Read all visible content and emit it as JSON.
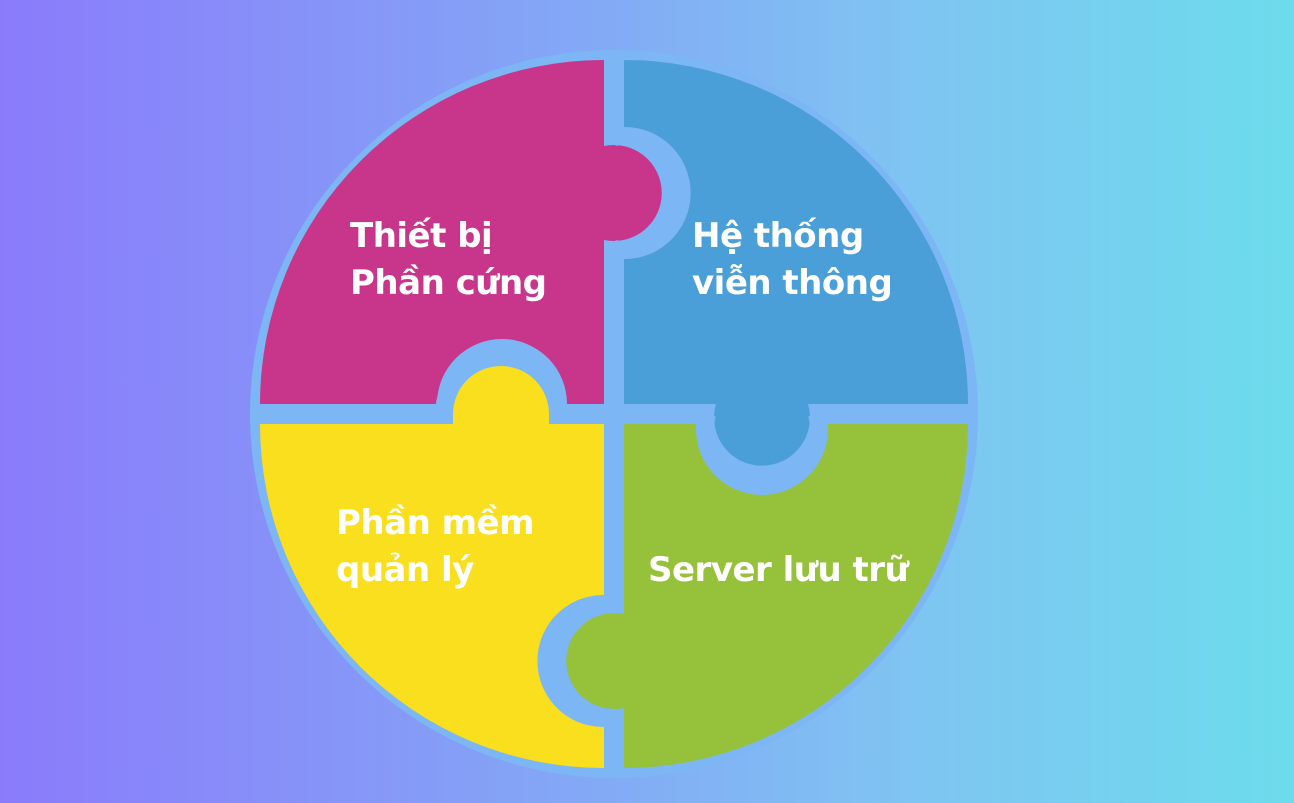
{
  "pieces": [
    {
      "id": "top-left",
      "color": "#c8368b",
      "lines": [
        "Thiết bị",
        "Phần cứng"
      ]
    },
    {
      "id": "top-right",
      "color": "#4b9fd8",
      "lines": [
        "Hệ thống",
        "viễn thông"
      ]
    },
    {
      "id": "bottom-left",
      "color": "#fadf1f",
      "lines": [
        "Phần mềm",
        "quản lý"
      ]
    },
    {
      "id": "bottom-right",
      "color": "#96c13a",
      "lines": [
        "Server lưu trữ"
      ]
    }
  ],
  "gap_color": "#7db6f4"
}
